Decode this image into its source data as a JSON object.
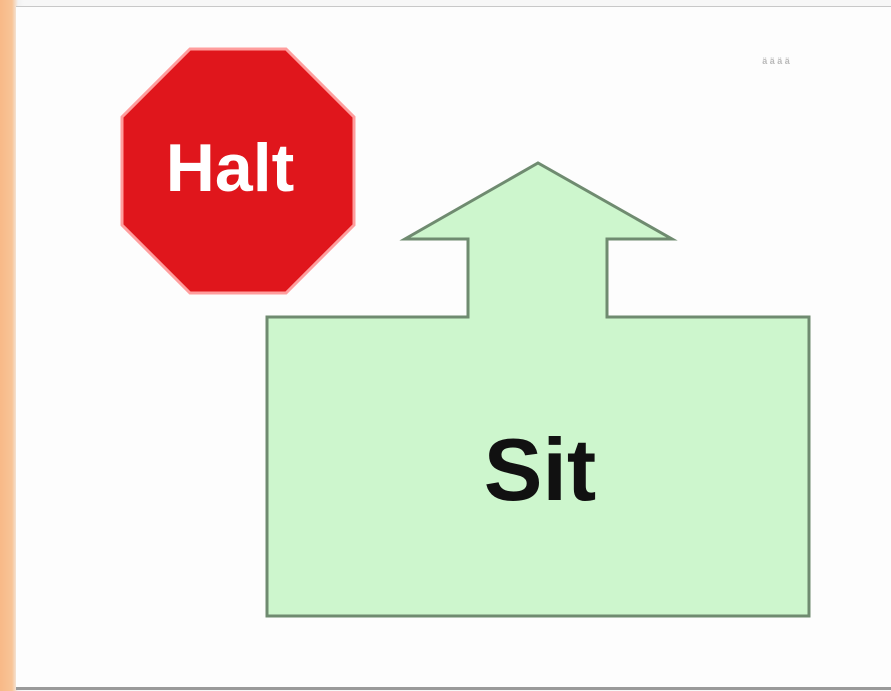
{
  "labels": {
    "halt": "Halt",
    "sit": "Sit",
    "corner_mark": "ä ä ä ä"
  },
  "colors": {
    "stop_fill": "#e0161c",
    "stop_border": "#ff9d9d",
    "sit_fill": "#cdf6cd",
    "sit_stroke": "#6f8b70",
    "text_light": "#ffffff",
    "text_dark": "#111111",
    "panel_bg": "#fdfdfd",
    "side_strip": "#f8bb8a"
  },
  "icons": {
    "halt_icon": "octagon-stop-sign-icon",
    "sit_icon": "up-arrow-sign-icon"
  }
}
